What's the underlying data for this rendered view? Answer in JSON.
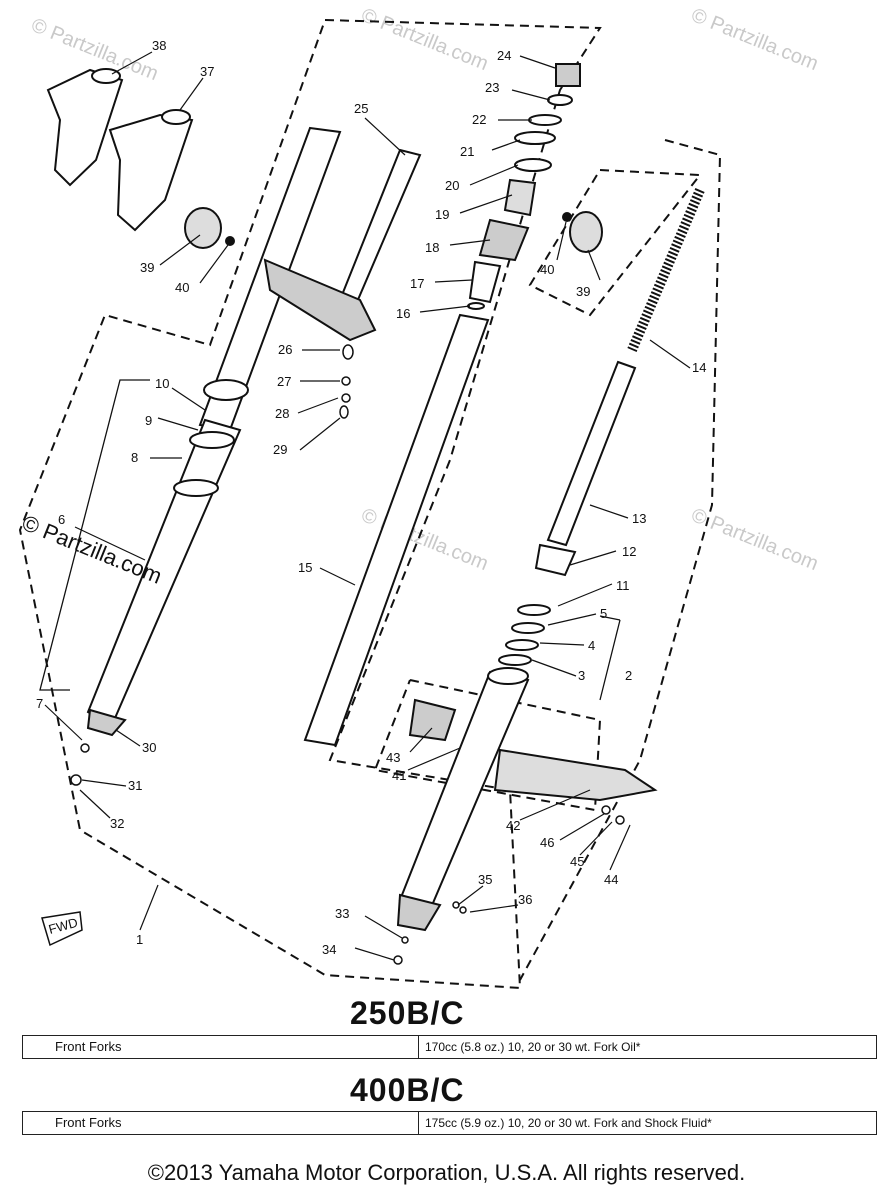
{
  "watermarks": {
    "text": "© Partzilla.com",
    "side_text": "© Partzilla.com"
  },
  "callouts": [
    "38",
    "37",
    "39",
    "40",
    "25",
    "24",
    "23",
    "22",
    "21",
    "20",
    "19",
    "18",
    "17",
    "16",
    "40",
    "39",
    "14",
    "26",
    "27",
    "28",
    "29",
    "10",
    "9",
    "8",
    "6",
    "15",
    "13",
    "12",
    "11",
    "5",
    "4",
    "3",
    "2",
    "7",
    "30",
    "31",
    "32",
    "43",
    "41",
    "42",
    "46",
    "45",
    "44",
    "35",
    "36",
    "33",
    "34",
    "1"
  ],
  "fwd_label": "FWD",
  "models": [
    {
      "title": "250B/C",
      "spec_label": "Front Forks",
      "spec_value": "170cc (5.8 oz.) 10, 20 or 30 wt. Fork Oil*"
    },
    {
      "title": "400B/C",
      "spec_label": "Front Forks",
      "spec_value": "175cc (5.9 oz.) 10, 20 or 30 wt. Fork and Shock Fluid*"
    }
  ],
  "copyright": "©2013  Yamaha Motor Corporation, U.S.A. All rights reserved."
}
